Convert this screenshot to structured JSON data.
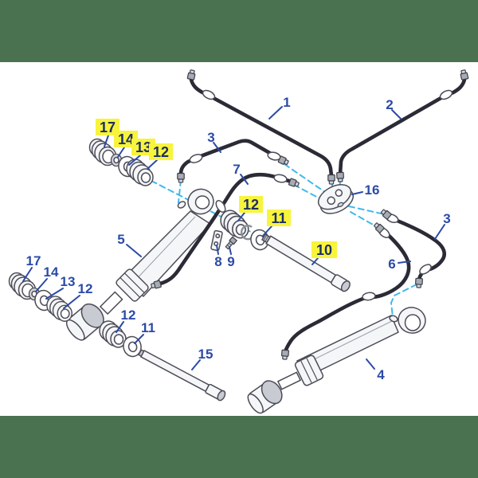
{
  "diagram": {
    "kind": "exploded-parts-diagram",
    "colors": {
      "band_green": "#4a7150",
      "background": "#ffffff",
      "hose_dark": "#2b2b37",
      "dash_cyan": "#3fb9ec",
      "label_blue": "#2b4aa6",
      "highlight_yellow": "#f8f43c",
      "highlight_text": "#1c2f63",
      "part_outline": "#4c4c58",
      "part_shade": "#c8cbd2"
    }
  },
  "callouts": {
    "hose_1": {
      "label": "1",
      "highlighted": false
    },
    "hose_2": {
      "label": "2",
      "highlighted": false
    },
    "hose_3_left": {
      "label": "3",
      "highlighted": false
    },
    "hose_3_right": {
      "label": "3",
      "highlighted": false
    },
    "cylinder_4": {
      "label": "4",
      "highlighted": false
    },
    "cylinder_5": {
      "label": "5",
      "highlighted": false
    },
    "hose_6": {
      "label": "6",
      "highlighted": false
    },
    "hose_7": {
      "label": "7",
      "highlighted": false
    },
    "bracket_8": {
      "label": "8",
      "highlighted": false
    },
    "screw_9": {
      "label": "9",
      "highlighted": false
    },
    "pin_10": {
      "label": "10",
      "highlighted": true
    },
    "washer_11_mid": {
      "label": "11",
      "highlighted": true
    },
    "washer_11_low": {
      "label": "11",
      "highlighted": false
    },
    "bushing_12_top": {
      "label": "12",
      "highlighted": true
    },
    "bushing_12_mid": {
      "label": "12",
      "highlighted": true
    },
    "bushing_12_low_a": {
      "label": "12",
      "highlighted": false
    },
    "bushing_12_low_b": {
      "label": "12",
      "highlighted": false
    },
    "washer_13_top": {
      "label": "13",
      "highlighted": true
    },
    "washer_13_low": {
      "label": "13",
      "highlighted": false
    },
    "ring_14_top": {
      "label": "14",
      "highlighted": true
    },
    "ring_14_low": {
      "label": "14",
      "highlighted": false
    },
    "rod_15": {
      "label": "15",
      "highlighted": false
    },
    "manifold_16": {
      "label": "16",
      "highlighted": false
    },
    "cap_17_top": {
      "label": "17",
      "highlighted": true
    },
    "cap_17_low": {
      "label": "17",
      "highlighted": false
    }
  }
}
